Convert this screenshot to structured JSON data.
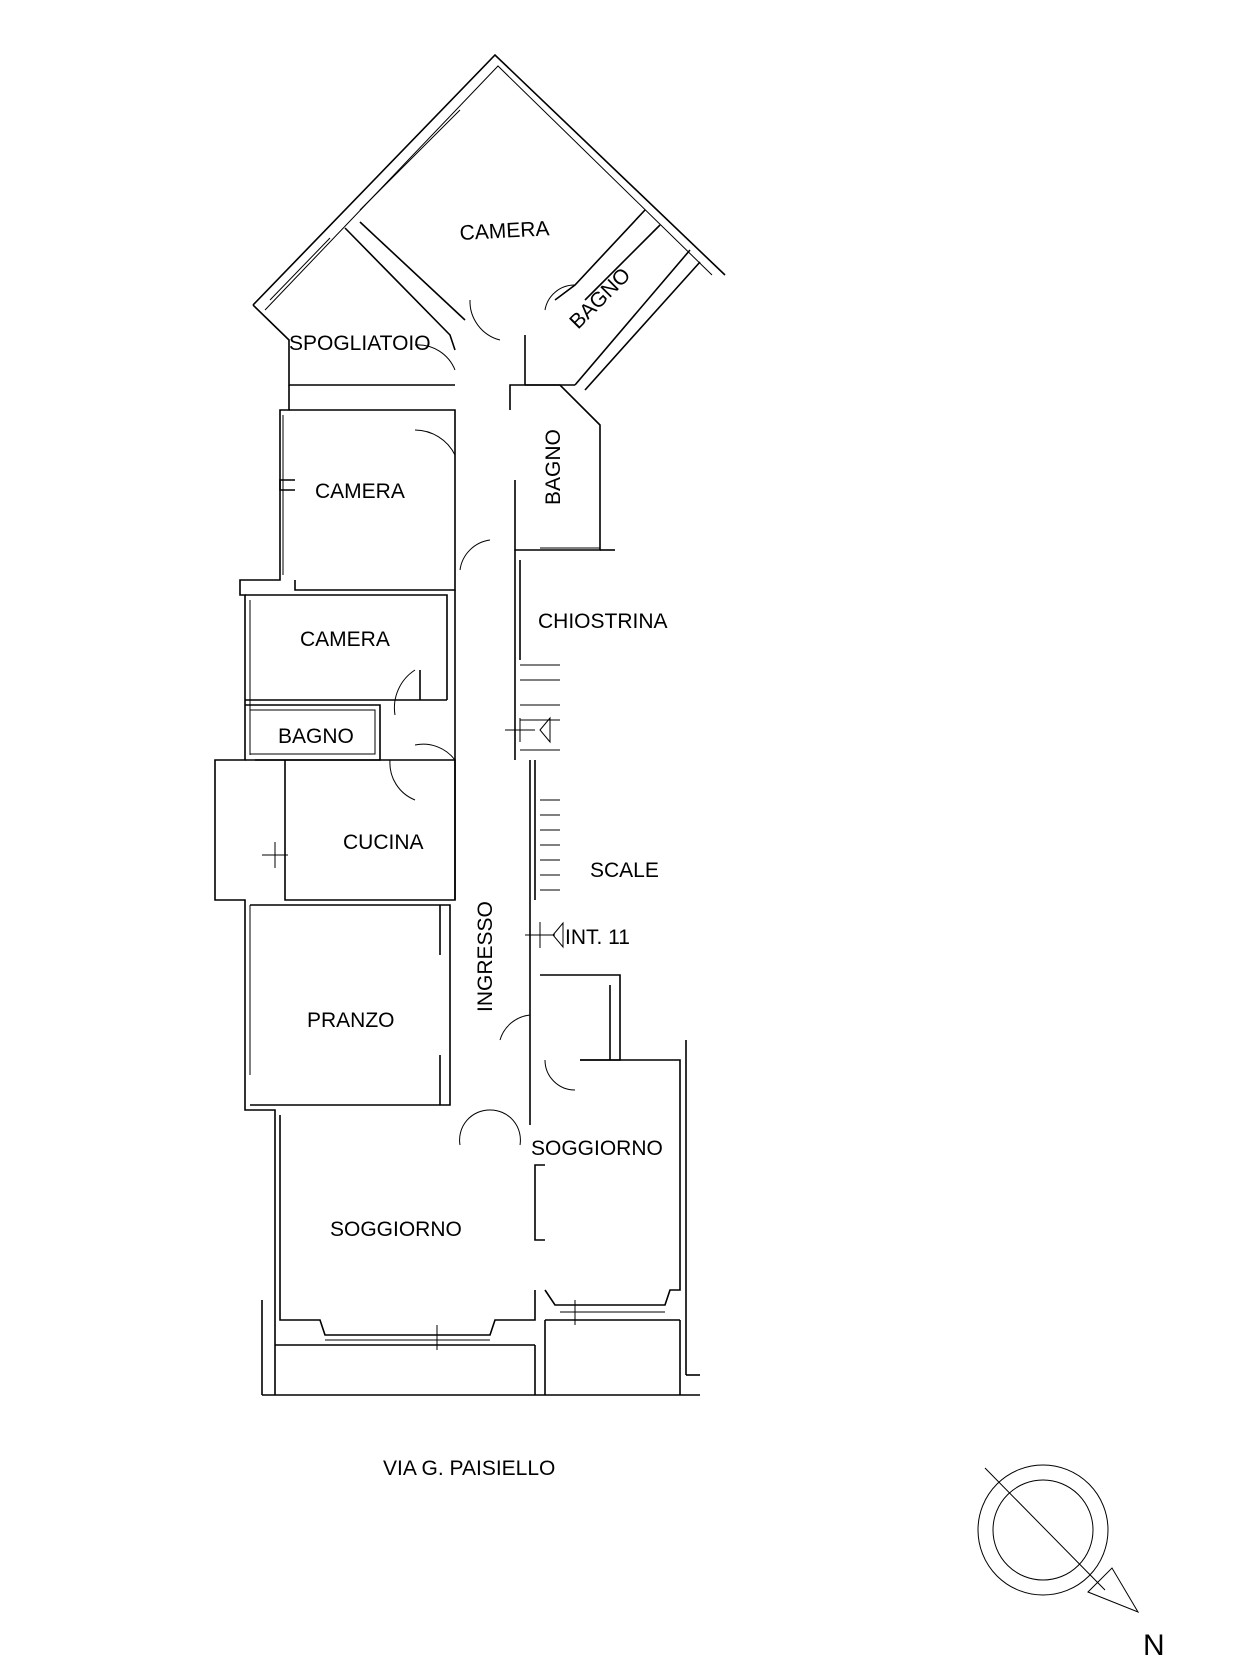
{
  "rooms": {
    "camera_top": "CAMERA",
    "bagno_top": "BAGNO",
    "spogliatoio": "SPOGLIATOIO",
    "camera_mid": "CAMERA",
    "bagno_mid": "BAGNO",
    "chiostrina": "CHIOSTRINA",
    "camera_low": "CAMERA",
    "bagno_low": "BAGNO",
    "cucina": "CUCINA",
    "scale": "SCALE",
    "int": "INT. 11",
    "ingresso": "INGRESSO",
    "pranzo": "PRANZO",
    "soggiorno_right": "SOGGIORNO",
    "soggiorno_main": "SOGGIORNO"
  },
  "street": "VIA G. PAISIELLO",
  "compass": {
    "label": "N",
    "icon": "north-arrow-icon"
  }
}
